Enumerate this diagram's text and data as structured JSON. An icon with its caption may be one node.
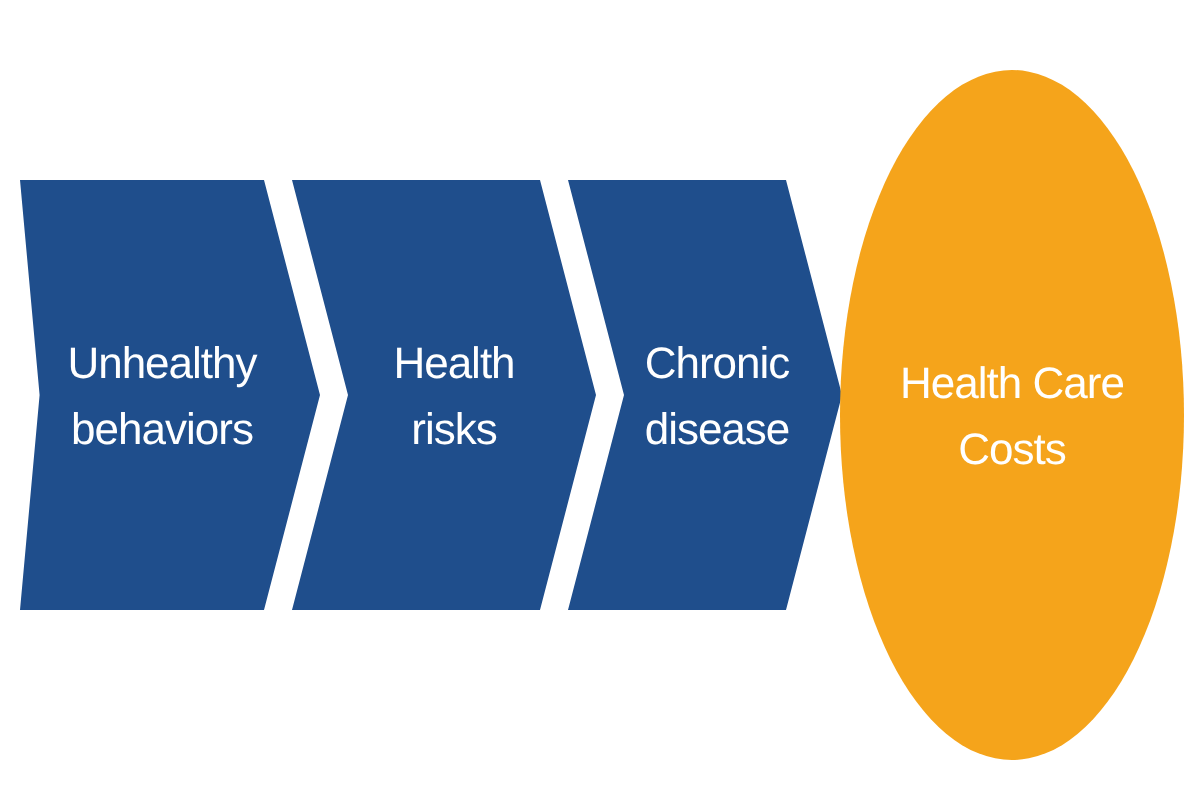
{
  "diagram": {
    "nodes": [
      {
        "text": [
          "Unhealthy behaviors"
        ]
      },
      {
        "text": [
          "Health risks"
        ]
      },
      {
        "text": [
          "Chronic disease"
        ]
      },
      {
        "text": [
          "Health Care Costs"
        ]
      }
    ]
  }
}
